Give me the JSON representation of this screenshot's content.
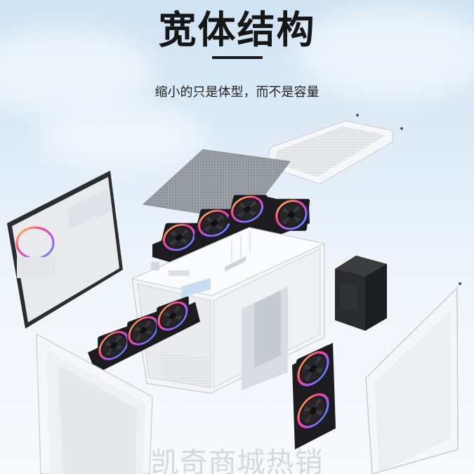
{
  "hero": {
    "title": "宽体结构",
    "subtitle": "缩小的只是体型，而不是容量"
  },
  "product": {
    "parts": [
      "side-glass-panel",
      "top-dust-filter",
      "top-cover-panel",
      "top-fans",
      "chassis-frame",
      "side-fans",
      "rear-fans",
      "front-glass-panel",
      "side-panel",
      "psu-box"
    ]
  },
  "watermark": {
    "text": "凯奇商城热销"
  },
  "colors": {
    "accent": "#1a1a1a",
    "chassis": "#f4f5f7",
    "fan_frame": "#1c1c1e",
    "rgb": [
      "#ff3d8b",
      "#9b5cff",
      "#3aa0ff",
      "#ffd23f"
    ]
  }
}
